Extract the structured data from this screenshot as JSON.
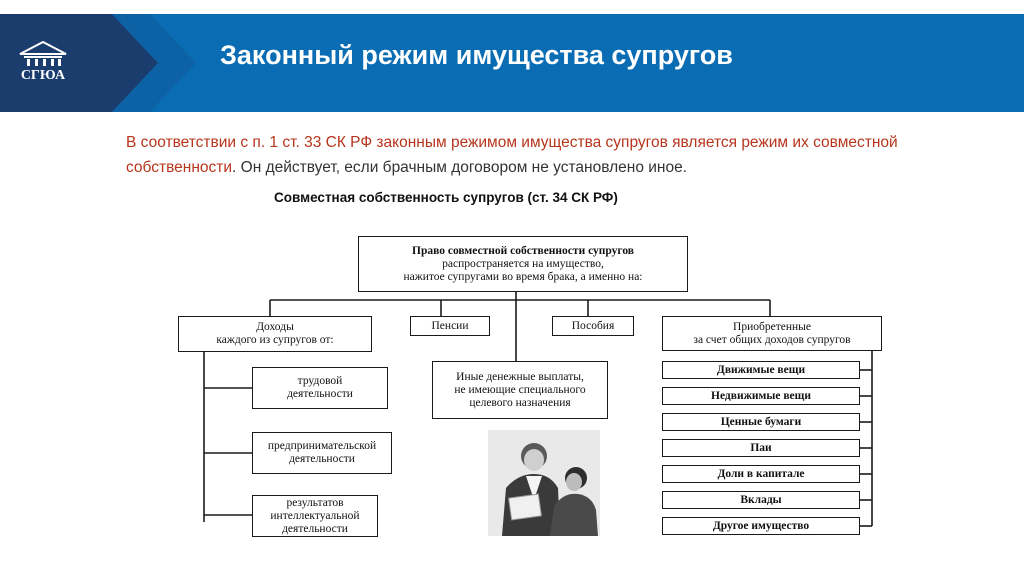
{
  "header": {
    "title": "Законный режим имущества супругов",
    "logo_text": "СГЮА",
    "colors": {
      "band": "#0a6db3",
      "triangle": "#1b3d6e",
      "accent": "#b7351c"
    }
  },
  "intro": {
    "part1": "В соответствии с п. 1 ст. 33 СК РФ законным режимом имущества супругов является режим их совместной собственности",
    "part2": ". Он действует, если брачным договором не установлено иное."
  },
  "scheme": {
    "title": "Совместная собственность супругов (ст. 34 СК РФ)",
    "root": {
      "line1": "Право совместной собственности супругов",
      "line2": "распространяется на имущество,",
      "line3": "нажитое супругами во время брака, а именно на:"
    },
    "income": {
      "heading_line1": "Доходы",
      "heading_line2": "каждого из супругов от:",
      "items": [
        {
          "line1": "трудовой",
          "line2": "деятельности",
          "line3": ""
        },
        {
          "line1": "предпринимательской",
          "line2": "деятельности",
          "line3": ""
        },
        {
          "line1": "результатов",
          "line2": "интеллектуальной",
          "line3": "деятельности"
        }
      ]
    },
    "pensions": "Пенсии",
    "benefits": "Пособия",
    "other_payments": {
      "line1": "Иные денежные выплаты,",
      "line2": "не имеющие специального",
      "line3": "целевого назначения"
    },
    "acquired": {
      "heading_line1": "Приобретенные",
      "heading_line2": "за счет общих доходов супругов",
      "items": [
        "Движимые вещи",
        "Недвижимые вещи",
        "Ценные бумаги",
        "Паи",
        "Доли в капитале",
        "Вклады",
        "Другое имущество"
      ]
    }
  },
  "photo": {
    "icon": "business-people-photo"
  }
}
